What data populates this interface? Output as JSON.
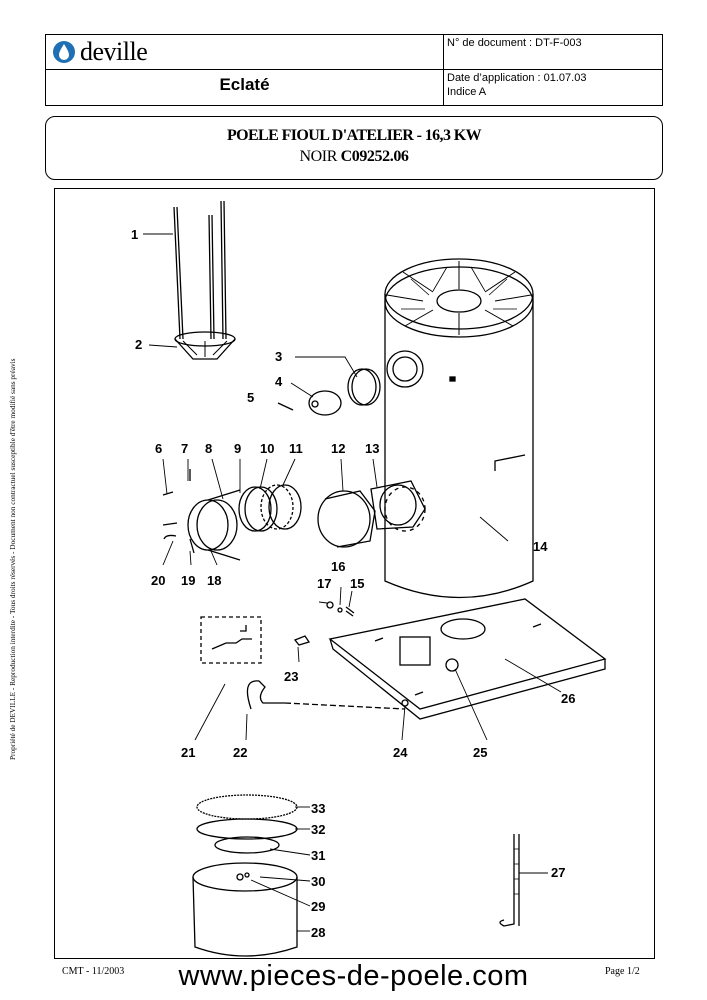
{
  "header": {
    "brand": "deville",
    "doc_type": "Eclaté",
    "doc_number": "N° de document : DT-F-003",
    "application_date": "Date d’application : 01.07.03",
    "index": "Indice A"
  },
  "title": {
    "line1": "POELE FIOUL D'ATELIER - 16,3 KW",
    "color": "NOIR",
    "reference": "C09252.06"
  },
  "side_note": "Propriété de DEVILLE  -  Reproduction interdite - Tous droits réservés - Document non contractuel susceptible d'être modifié sans préavis",
  "footer": {
    "left": "CMT - 11/2003",
    "url": "www.pieces-de-poele.com",
    "page": "Page 1/2"
  },
  "part_numbers": [
    "1",
    "2",
    "3",
    "4",
    "5",
    "6",
    "7",
    "8",
    "9",
    "10",
    "11",
    "12",
    "13",
    "14",
    "15",
    "16",
    "17",
    "18",
    "19",
    "20",
    "21",
    "22",
    "23",
    "24",
    "25",
    "26",
    "27",
    "28",
    "29",
    "30",
    "31",
    "32",
    "33"
  ],
  "colors": {
    "ink": "#000000",
    "logo_blue": "#1f6fb4"
  }
}
